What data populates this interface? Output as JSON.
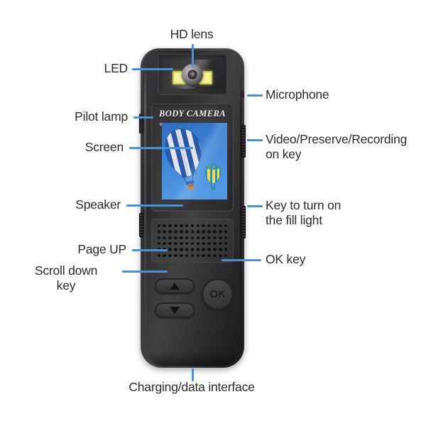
{
  "diagram": {
    "title": "Body camera annotated parts diagram",
    "device_brand_text": "BODY CAMERA",
    "ok_button_text": "OK",
    "accent_line_color": "#4a90d9",
    "label_text_color": "#2b2b2b",
    "led_color": "#f2f294",
    "screen_sky_color": "#3f86d8"
  },
  "labels": {
    "hd_lens": "HD lens",
    "led": "LED",
    "pilot_lamp": "Pilot lamp",
    "screen": "Screen",
    "speaker": "Speaker",
    "page_up": "Page UP",
    "scroll_down": "Scroll down\nkey",
    "microphone": "Microphone",
    "video_key": "Video/Preserve/Recording\non key",
    "fill_light_key": "Key to turn on\nthe fill light",
    "ok_key": "OK key",
    "charging": "Charging/data interface"
  },
  "screen_image": {
    "description": "Two hot air balloons in a blue sky",
    "large_balloon_colors": [
      "#ffffff",
      "#2e5fb0"
    ],
    "small_balloon_colors": [
      "#f2d94e",
      "#2f8fa8"
    ],
    "basket_color": "#d2741f"
  }
}
